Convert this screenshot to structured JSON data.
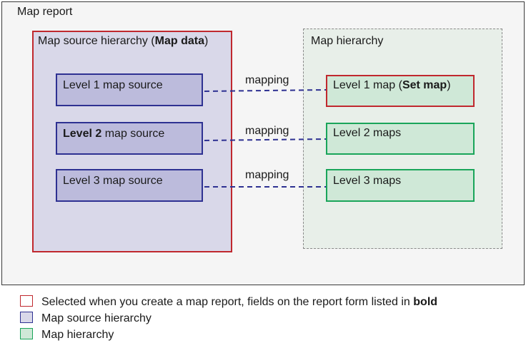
{
  "outer": {
    "title": "Map report"
  },
  "source_panel": {
    "title_pre": "Map source hierarchy (",
    "title_bold": "Map data",
    "title_post": ")",
    "level1": {
      "text": "Level 1 map source"
    },
    "level2": {
      "bold": "Level 2",
      "text": " map source"
    },
    "level3": {
      "text": "Level 3 map source"
    }
  },
  "map_panel": {
    "title": "Map hierarchy",
    "level1": {
      "pre": "Level 1 map (",
      "bold": "Set map",
      "post": ")"
    },
    "level2": {
      "text": "Level 2 maps"
    },
    "level3": {
      "text": "Level 3 maps"
    }
  },
  "links": {
    "label1": "mapping",
    "label2": "mapping",
    "label3": "mapping"
  },
  "legend": {
    "selected": {
      "text": "Selected when you create a map report, fields on the report form listed in ",
      "bold": "bold"
    },
    "source": "Map source hierarchy",
    "map": "Map hierarchy"
  },
  "colors": {
    "selected": "#c0282e",
    "source": "#2e3192",
    "map": "#1aa55a"
  }
}
